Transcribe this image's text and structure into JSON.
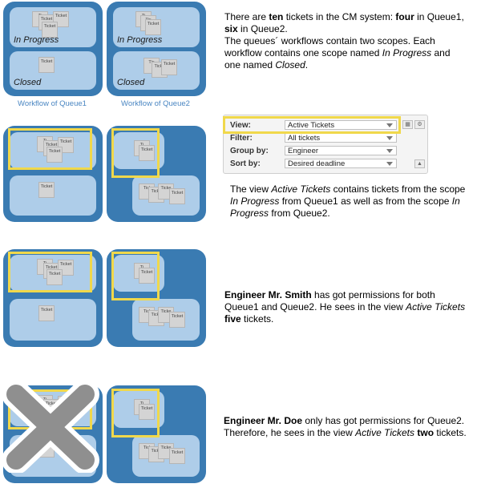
{
  "scopes": {
    "in_progress": "In Progress",
    "closed": "Closed"
  },
  "ticket_label": "Ticket",
  "ticket_fragments": {
    "ti": "Ti",
    "tic": "Tic",
    "tick": "Tick",
    "ticke": "Ticke",
    "ticl": "Ticl"
  },
  "captions": {
    "queue1": "Workflow of Queue1",
    "queue2": "Workflow of Queue2"
  },
  "texts": {
    "p1_a": "There are ",
    "p1_ten": "ten",
    "p1_b": " tickets in the CM system: ",
    "p1_four": "four",
    "p1_c": " in Queue1, ",
    "p1_six": "six",
    "p1_d": " in Queue2.",
    "p1_e": "The queues´ workflows contain two scopes. Each workflow contains one scope named ",
    "p1_in_progress": "In Progress",
    "p1_f": " and one named ",
    "p1_closed": "Closed",
    "p1_g": ".",
    "p2_a": "The view ",
    "p2_view": "Active Tickets",
    "p2_b": " contains tickets from the scope ",
    "p2_scope1": "In Progress",
    "p2_c": " from Queue1 as well as from the scope ",
    "p2_scope2": "In Progress",
    "p2_d": " from Queue2.",
    "p3_engineer": "Engineer Mr. Smith",
    "p3_a": " has got permissions for both Queue1 and Queue2. He sees in the view ",
    "p3_view": "Active Tickets",
    "p3_space": " ",
    "p3_five": "five",
    "p3_b": " tickets.",
    "p4_engineer": "Engineer Mr. Doe",
    "p4_a": " only has got permissions for Queue2. Therefore, he sees in the view ",
    "p4_view": "Active Tickets",
    "p4_space": " ",
    "p4_two": "two",
    "p4_b": " tickets."
  },
  "view_panel": {
    "rows": [
      {
        "label": "View:",
        "value": "Active Tickets"
      },
      {
        "label": "Filter:",
        "value": "All tickets"
      },
      {
        "label": "Group by:",
        "value": "Engineer"
      },
      {
        "label": "Sort by:",
        "value": "Desired deadline"
      }
    ],
    "icons": [
      "grid-icon",
      "gear-icon",
      "collapse-icon"
    ]
  },
  "colors": {
    "queue": "#3a7bb2",
    "scope": "#aecde9",
    "highlight": "#f0d84b",
    "ticket": "#d4d4d4",
    "cross": "#8f8f8f",
    "caption": "#4a86c2"
  }
}
